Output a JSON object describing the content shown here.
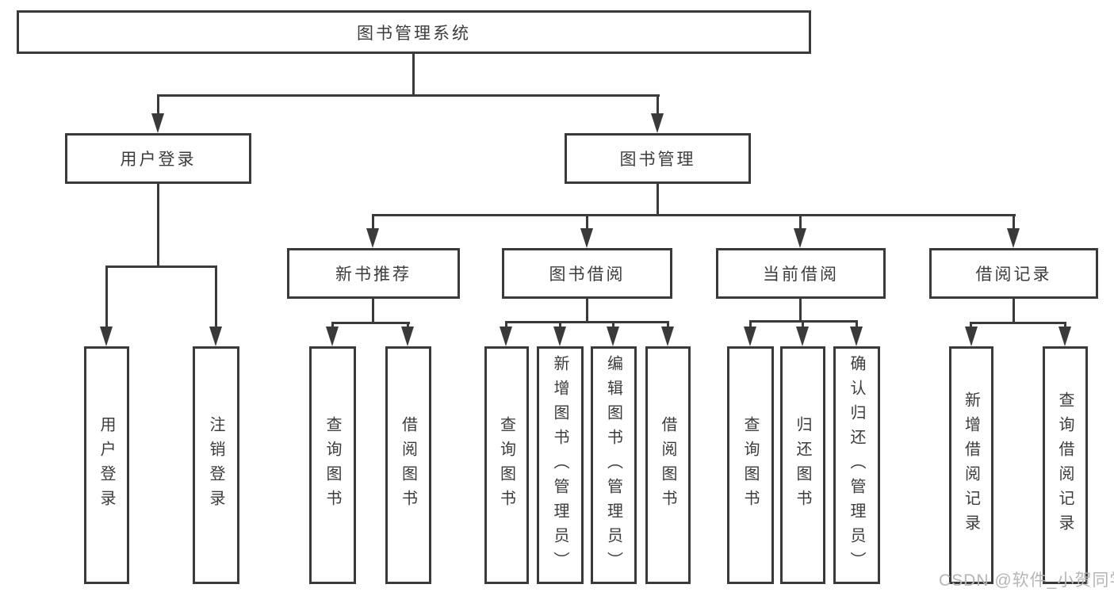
{
  "diagram": {
    "root": {
      "label": "图书管理系统"
    },
    "level2": {
      "user_login": "用户登录",
      "book_management": "图书管理"
    },
    "level3": {
      "new_book_recommend": "新书推荐",
      "book_borrow": "图书借阅",
      "current_borrow": "当前借阅",
      "borrow_record": "借阅记录"
    },
    "leaves": {
      "user_login": "用户登录",
      "logout": "注销登录",
      "query_book_recommend": "查询图书",
      "borrow_book_recommend": "借阅图书",
      "query_book_borrow": "查询图书",
      "add_book_admin": "新增图书（管理员）",
      "edit_book_admin": "编辑图书（管理员）",
      "borrow_book_borrow": "借阅图书",
      "query_book_current": "查询图书",
      "return_book": "归还图书",
      "confirm_return_admin": "确认归还（管理员）",
      "add_borrow_record": "新增借阅记录",
      "query_borrow_record": "查询借阅记录"
    }
  },
  "watermark": "CSDN @软件_小贺同学",
  "colors": {
    "line": "#3a3a3a",
    "text": "#3c3c3c",
    "watermark": "#b6b6b6",
    "background": "#ffffff"
  }
}
